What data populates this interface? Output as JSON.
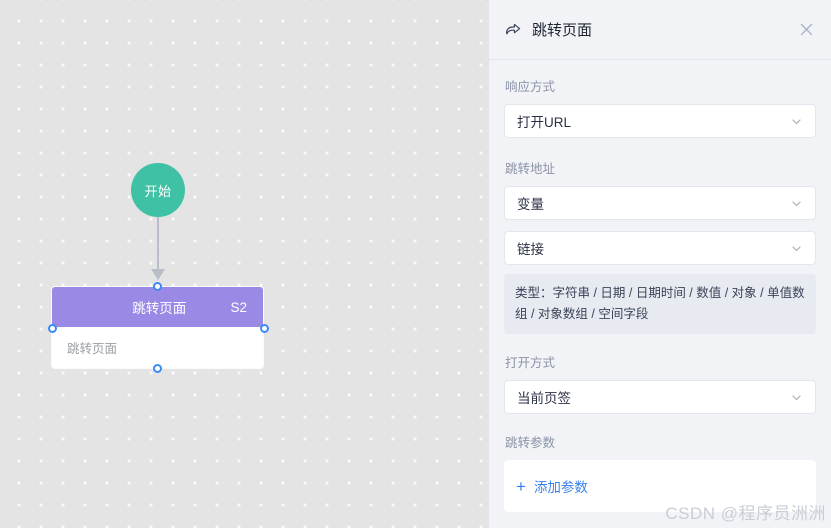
{
  "canvas": {
    "start_node": {
      "label": "开始",
      "color": "#3fc1a5"
    },
    "flow_node": {
      "title": "跳转页面",
      "badge": "S2",
      "body_text": "跳转页面",
      "header_color": "#9b8ae5",
      "handle_color": "#3d8bf2"
    }
  },
  "panel": {
    "icon": "redirect-arrow-icon",
    "title": "跳转页面",
    "close_icon": "close-icon",
    "fields": {
      "response_mode": {
        "label": "响应方式",
        "value": "打开URL"
      },
      "jump_address": {
        "label": "跳转地址",
        "source_value": "变量",
        "target_value": "链接",
        "hint": "类型：字符串 / 日期 / 日期时间 / 数值 / 对象 / 单值数组 / 对象数组 / 空间字段"
      },
      "open_mode": {
        "label": "打开方式",
        "value": "当前页签"
      },
      "jump_params": {
        "label": "跳转参数",
        "add_label": "添加参数",
        "add_icon": "plus-icon",
        "accent_color": "#3a7ff0"
      }
    }
  },
  "watermark": "CSDN @程序员洲洲"
}
